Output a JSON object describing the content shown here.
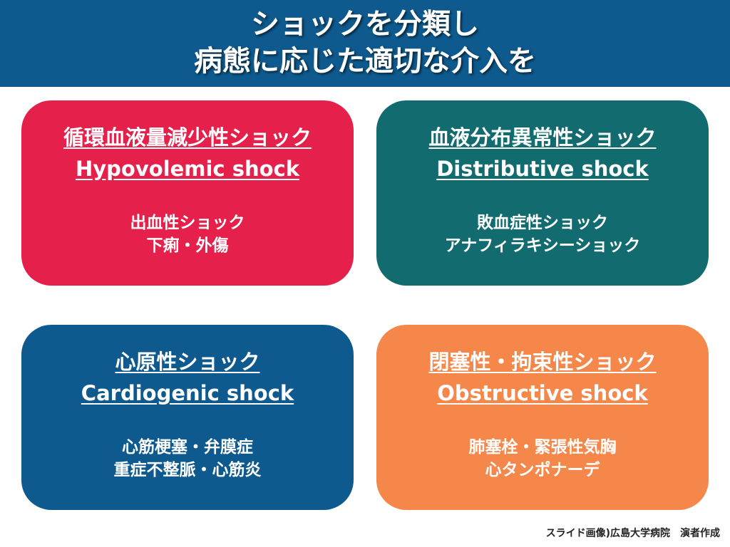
{
  "title": {
    "line1": "ショックを分類し",
    "line2": "病態に応じた適切な介入を"
  },
  "cards": [
    {
      "title_ja": "循環血液量減少性ショック",
      "title_en": "Hypovolemic shock",
      "examples": [
        "出血性ショック",
        "下痢・外傷"
      ],
      "color": "#e5214b"
    },
    {
      "title_ja": "血液分布異常性ショック",
      "title_en": "Distributive shock",
      "examples": [
        "敗血症性ショック",
        "アナフィラキシーショック"
      ],
      "color": "#126b6e"
    },
    {
      "title_ja": "心原性ショック",
      "title_en": "Cardiogenic shock",
      "examples": [
        "心筋梗塞・弁膜症",
        "重症不整脈・心筋炎"
      ],
      "color": "#0e5a8e"
    },
    {
      "title_ja": "閉塞性・拘束性ショック",
      "title_en": "Obstructive shock",
      "examples": [
        "肺塞栓・緊張性気胸",
        "心タンポナーデ"
      ],
      "color": "#f5874a"
    }
  ],
  "footer": "スライド画像)広島大学病院　演者作成"
}
